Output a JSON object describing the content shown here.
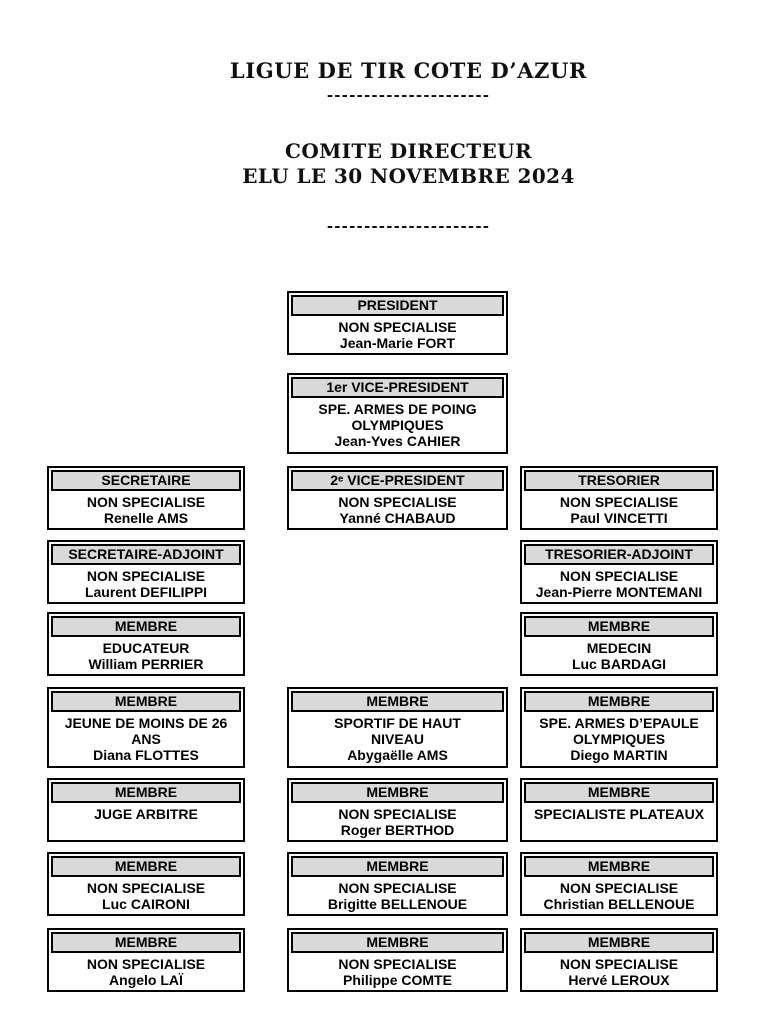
{
  "header": {
    "title": "LIGUE DE TIR COTE D’AZUR",
    "divider1": "----------------------",
    "subtitle1": "COMITE DIRECTEUR",
    "subtitle2": "ELU LE 30 NOVEMBRE 2024",
    "divider2": "----------------------"
  },
  "colors": {
    "box_header_bg": "#d9d9d9",
    "box_border": "#000000",
    "page_bg": "#ffffff"
  },
  "boxes": [
    {
      "title": "PRESIDENT",
      "specialty": "NON SPECIALISE",
      "person": "Jean-Marie FORT"
    },
    {
      "title": "1er VICE-PRESIDENT",
      "specialty": "SPE. ARMES DE POING",
      "specialty2": "OLYMPIQUES",
      "person": "Jean-Yves CAHIER"
    },
    {
      "title": "SECRETAIRE",
      "specialty": "NON SPECIALISE",
      "person": "Renelle AMS"
    },
    {
      "title": "2ᵉ VICE-PRESIDENT",
      "specialty": "NON SPECIALISE",
      "person": "Yanné CHABAUD"
    },
    {
      "title": "TRESORIER",
      "specialty": "NON SPECIALISE",
      "person": "Paul VINCETTI"
    },
    {
      "title": "SECRETAIRE-ADJOINT",
      "specialty": "NON SPECIALISE",
      "person": "Laurent DEFILIPPI"
    },
    {
      "title": "TRESORIER-ADJOINT",
      "specialty": "NON SPECIALISE",
      "person": "Jean-Pierre MONTEMANI"
    },
    {
      "title": "MEMBRE",
      "specialty": "EDUCATEUR",
      "person": "William PERRIER"
    },
    {
      "title": "MEMBRE",
      "specialty": "MEDECIN",
      "person": "Luc BARDAGI"
    },
    {
      "title": "MEMBRE",
      "specialty": "JEUNE DE MOINS DE 26",
      "specialty2": "ANS",
      "person": "Diana FLOTTES"
    },
    {
      "title": "MEMBRE",
      "specialty": "SPORTIF DE HAUT",
      "specialty2": "NIVEAU",
      "person": "Abygaëlle AMS"
    },
    {
      "title": "MEMBRE",
      "specialty": "SPE. ARMES D’EPAULE",
      "specialty2": "OLYMPIQUES",
      "person": "Diego MARTIN"
    },
    {
      "title": "MEMBRE",
      "specialty": "JUGE ARBITRE"
    },
    {
      "title": "MEMBRE",
      "specialty": "NON SPECIALISE",
      "person": "Roger BERTHOD"
    },
    {
      "title": "MEMBRE",
      "specialty": "SPECIALISTE PLATEAUX"
    },
    {
      "title": "MEMBRE",
      "specialty": "NON SPECIALISE",
      "person": "Luc CAIRONI"
    },
    {
      "title": "MEMBRE",
      "specialty": "NON SPECIALISE",
      "person": "Brigitte BELLENOUE"
    },
    {
      "title": "MEMBRE",
      "specialty": "NON SPECIALISE",
      "person": "Christian BELLENOUE"
    },
    {
      "title": "MEMBRE",
      "specialty": "NON SPECIALISE",
      "person": "Angelo LAÏ"
    },
    {
      "title": "MEMBRE",
      "specialty": "NON SPECIALISE",
      "person": "Philippe COMTE"
    },
    {
      "title": "MEMBRE",
      "specialty": "NON SPECIALISE",
      "person": "Hervé LEROUX"
    }
  ]
}
